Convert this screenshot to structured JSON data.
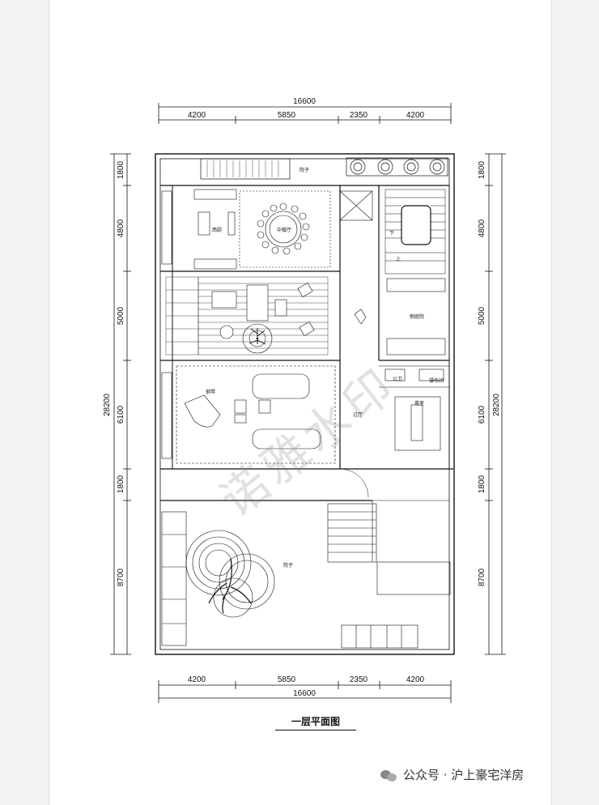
{
  "plan": {
    "title": "一层平面图",
    "total_width": "16600",
    "top_dims": [
      "4200",
      "5850",
      "2350",
      "4200"
    ],
    "bottom_dims": [
      "4200",
      "5850",
      "2350",
      "4200"
    ],
    "total_height": "28200",
    "left_dims": [
      "1800",
      "4800",
      "5000",
      "6100",
      "1800",
      "8700"
    ],
    "right_dims": [
      "1800",
      "4800",
      "5000",
      "6100",
      "1800",
      "8700"
    ],
    "rooms": {
      "north_yard": "院子",
      "west_kitchen": "西厨",
      "chinese_dining": "中餐厅",
      "piano_room": "钢琴",
      "hall": "过厅",
      "guest_bath": "公卫",
      "side_hall": "侧庭院",
      "study": "茶室",
      "operation_room": "操作间",
      "south_yard": "院子",
      "stair_down": "下",
      "stair_up": "上"
    }
  },
  "watermark": {
    "stamp": "诺雅水印",
    "account": "公众号 · 沪上豪宅洋房"
  },
  "colors": {
    "line": "#111111",
    "hatch": "#555555",
    "paper": "#ffffff"
  }
}
